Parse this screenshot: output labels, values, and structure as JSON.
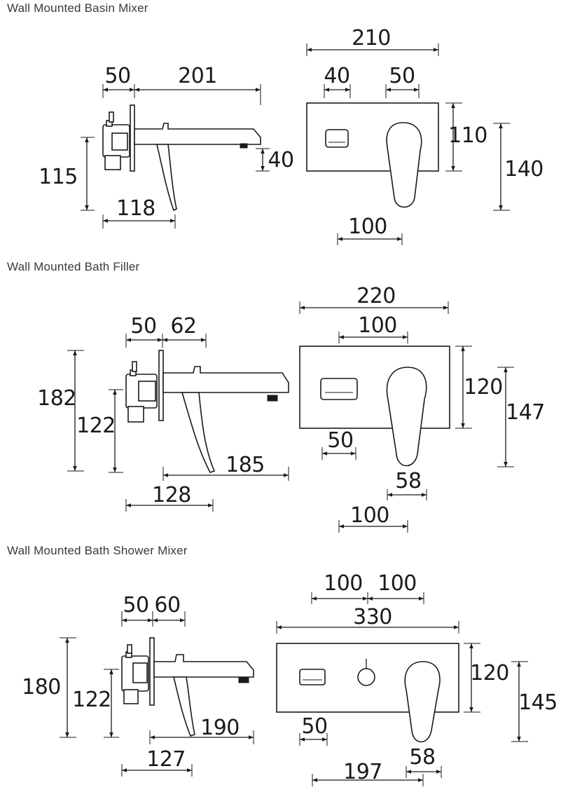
{
  "sections": [
    {
      "title": "Wall Mounted Basin Mixer",
      "dims": {
        "a": "50",
        "b": "201",
        "c": "210",
        "d": "40",
        "e": "50",
        "f": "110",
        "g": "140",
        "h": "115",
        "i": "40",
        "j": "118",
        "k": "100"
      }
    },
    {
      "title": "Wall Mounted Bath Filler",
      "dims": {
        "a": "50",
        "b": "62",
        "c": "220",
        "d": "100",
        "e": "182",
        "f": "122",
        "g": "185",
        "h": "128",
        "i": "120",
        "j": "147",
        "k": "50",
        "l": "58",
        "m": "100"
      }
    },
    {
      "title": "Wall Mounted Bath Shower Mixer",
      "dims": {
        "a": "50",
        "b": "60",
        "c": "100",
        "d": "100",
        "e": "330",
        "f": "180",
        "g": "122",
        "h": "190",
        "i": "127",
        "j": "120",
        "k": "145",
        "l": "50",
        "m": "58",
        "n": "197"
      }
    }
  ]
}
